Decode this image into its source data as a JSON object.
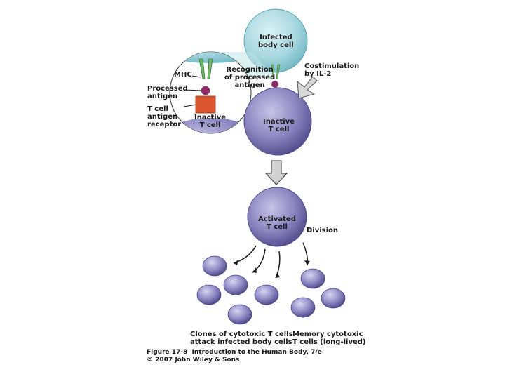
{
  "labels": {
    "infected_body_cell": "Infected\nbody cell",
    "mhc": "MHC",
    "processed_antigen": "Processed\nantigen",
    "t_cell_antigen_receptor": "T cell\nantigen\nreceptor",
    "inactive_t_cell_zoom": "Inactive\nT cell",
    "recognition": "Recognition\nof processed\nantigen",
    "costimulation": "Costimulation\nby IL-2",
    "inactive_t_cell": "Inactive\nT cell",
    "activated_t_cell": "Activated\nT cell",
    "division": "Division",
    "clones": "Clones of cytotoxic T cells\nattack infected body cells",
    "memory": "Memory cytotoxic\nT cells (long-lived)"
  },
  "caption": {
    "line1": "Figure 17-8  Introduction to the Human Body, 7/e",
    "line2": "© 2007 John Wiley & Sons"
  },
  "colors": {
    "infected_cell": "#9fd3dc",
    "t_cell": "#8a84bf",
    "mhc_green": "#7fbf7a",
    "antigen_purple": "#9c2d6e",
    "receptor_orange": "#d9552e",
    "arrow_gray": "#c9c9c9"
  }
}
